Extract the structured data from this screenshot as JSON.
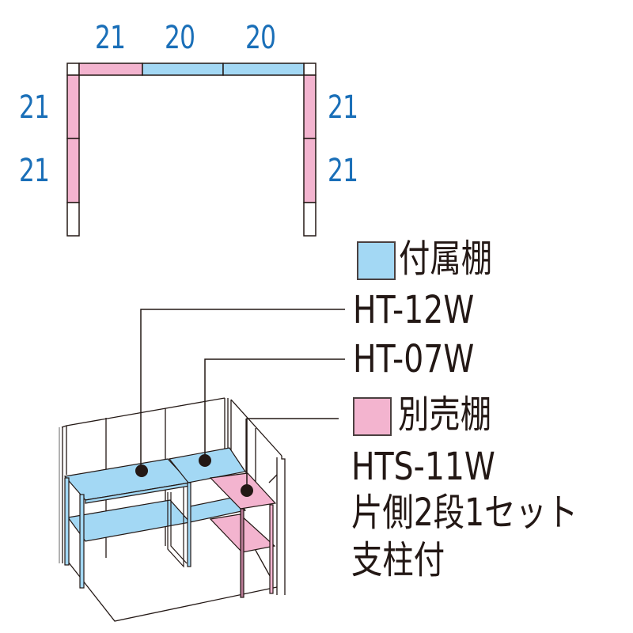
{
  "colors": {
    "included_shelf": "#a3d8f4",
    "optional_shelf": "#f3b4cf",
    "dimension_text": "#1a6fb8",
    "text": "#231815",
    "line": "#231815"
  },
  "plan_view": {
    "top_dimensions": [
      "21",
      "20",
      "20"
    ],
    "left_dimensions": [
      "21",
      "21"
    ],
    "right_dimensions": [
      "21",
      "21"
    ],
    "top_segments": [
      {
        "width": 21,
        "type": "optional"
      },
      {
        "width": 20,
        "type": "included"
      },
      {
        "width": 20,
        "type": "included"
      }
    ],
    "side_segments": [
      {
        "width": 21,
        "type": "optional"
      },
      {
        "width": 21,
        "type": "optional"
      }
    ]
  },
  "legend": {
    "included": {
      "label": "付属棚",
      "models": [
        "HT-12W",
        "HT-07W"
      ]
    },
    "optional": {
      "label": "別売棚",
      "model": "HTS-11W",
      "description_line1": "片側2段1セット",
      "description_line2": "支柱付"
    }
  }
}
